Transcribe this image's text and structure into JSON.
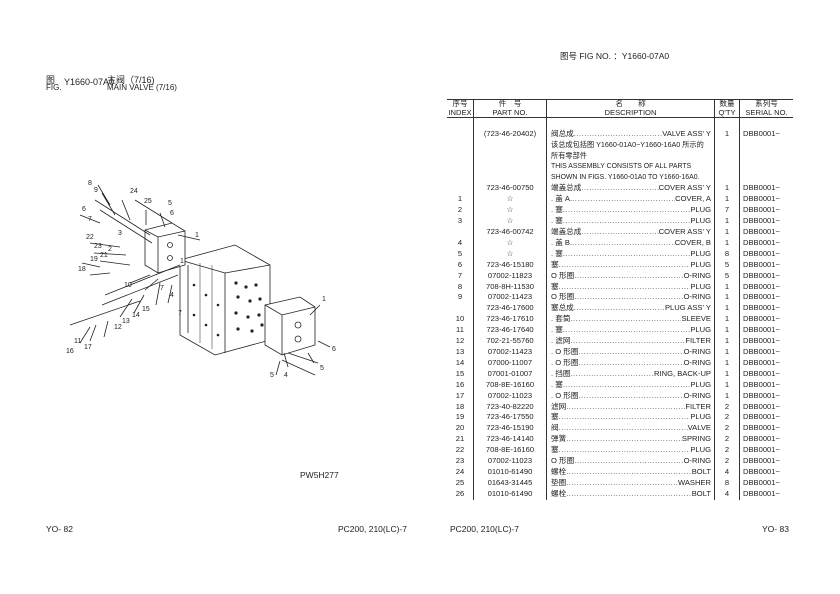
{
  "left_page": {
    "fig_label_cn": "图",
    "fig_label_en": "FIG.",
    "fig_number": "Y1660-07A0",
    "title_cn": "主阀（7/16)",
    "title_en": "MAIN VALVE (7/16)",
    "drawing_code": "PW5H277",
    "page_number": "YO- 82",
    "model": "PC200, 210(LC)-7",
    "callouts": [
      "8",
      "9",
      "6",
      "7",
      "24",
      "25",
      "5",
      "6",
      "1",
      "3",
      "22",
      "23",
      "21",
      "2",
      "1",
      "19",
      "18",
      "10",
      "7",
      "4",
      "15",
      "14",
      "13",
      "12",
      "17",
      "11",
      "16",
      "1",
      "5",
      "4",
      "5",
      "6",
      "7"
    ]
  },
  "right_page": {
    "title": "图号 FIG NO. ：Y1660-07A0",
    "headers": {
      "index_cn": "序号",
      "index_en": "INDEX",
      "pno_cn": "件　号",
      "pno_en": "PART NO.",
      "desc_cn": "名　　称",
      "desc_en": "DESCRIPTION",
      "qty_cn": "数量",
      "qty_en": "Q'TY",
      "ser_cn": "系列号",
      "ser_en": "SERIAL NO."
    },
    "assembly": {
      "part_no": "(723-46-20402)",
      "name_cn": "阀总成",
      "name_en": "VALVE ASS' Y",
      "qty": "1",
      "serial": "DBB0001~",
      "notes": [
        "该总成包括图 Y1660-01A0~Y1660-16A0 所示的",
        "所有零部件",
        "THIS ASSEMBLY CONSISTS OF ALL PARTS",
        "SHOWN IN FIGS. Y1660-01A0 TO Y1660-16A0."
      ]
    },
    "rows": [
      {
        "idx": "",
        "pno": "723-46-00750",
        "cn": "端盖总成",
        "en": "COVER ASS' Y",
        "qty": "1",
        "ser": "DBB0001~"
      },
      {
        "idx": "1",
        "pno": "☆",
        "cn": ". 盖 A.",
        "en": "COVER, A",
        "qty": "1",
        "ser": "DBB0001~"
      },
      {
        "idx": "2",
        "pno": "☆",
        "cn": ". 塞",
        "en": "PLUG",
        "qty": "7",
        "ser": "DBB0001~"
      },
      {
        "idx": "3",
        "pno": "☆",
        "cn": ". 塞",
        "en": "PLUG",
        "qty": "1",
        "ser": "DBB0001~"
      },
      {
        "idx": "",
        "pno": "723-46-00742",
        "cn": "端盖总成",
        "en": "COVER ASS' Y",
        "qty": "1",
        "ser": "DBB0001~"
      },
      {
        "idx": "4",
        "pno": "☆",
        "cn": ". 盖 B.",
        "en": "COVER, B",
        "qty": "1",
        "ser": "DBB0001~"
      },
      {
        "idx": "5",
        "pno": "☆",
        "cn": ". 塞",
        "en": "PLUG",
        "qty": "8",
        "ser": "DBB0001~"
      },
      {
        "idx": "6",
        "pno": "723-46-15180",
        "cn": "塞",
        "en": "PLUG",
        "qty": "5",
        "ser": "DBB0001~"
      },
      {
        "idx": "7",
        "pno": "07002-11823",
        "cn": "O 形圈",
        "en": "O-RING",
        "qty": "5",
        "ser": "DBB0001~"
      },
      {
        "idx": "8",
        "pno": "708-8H-11530",
        "cn": "塞",
        "en": "PLUG",
        "qty": "1",
        "ser": "DBB0001~"
      },
      {
        "idx": "9",
        "pno": "07002-11423",
        "cn": "O 形圈",
        "en": "O-RING",
        "qty": "1",
        "ser": "DBB0001~"
      },
      {
        "idx": "",
        "pno": "723-46-17600",
        "cn": "塞总成",
        "en": "PLUG ASS' Y",
        "qty": "1",
        "ser": "DBB0001~"
      },
      {
        "idx": "10",
        "pno": "723-46-17610",
        "cn": ". 套筒",
        "en": "SLEEVE",
        "qty": "1",
        "ser": "DBB0001~"
      },
      {
        "idx": "11",
        "pno": "723-46-17640",
        "cn": ". 塞",
        "en": "PLUG",
        "qty": "1",
        "ser": "DBB0001~"
      },
      {
        "idx": "12",
        "pno": "702-21-55760",
        "cn": ". 滤网",
        "en": "FILTER",
        "qty": "1",
        "ser": "DBB0001~"
      },
      {
        "idx": "13",
        "pno": "07002-11423",
        "cn": ". O 形圈",
        "en": "O-RING",
        "qty": "1",
        "ser": "DBB0001~"
      },
      {
        "idx": "14",
        "pno": "07000-11007",
        "cn": ". O 形圈",
        "en": "O-RING",
        "qty": "1",
        "ser": "DBB0001~"
      },
      {
        "idx": "15",
        "pno": "07001-01007",
        "cn": ". 挡圈",
        "en": "RING, BACK-UP",
        "qty": "1",
        "ser": "DBB0001~"
      },
      {
        "idx": "16",
        "pno": "708-8E-16160",
        "cn": ". 塞",
        "en": "PLUG",
        "qty": "1",
        "ser": "DBB0001~"
      },
      {
        "idx": "17",
        "pno": "07002-11023",
        "cn": ". O 形圈",
        "en": "O-RING",
        "qty": "1",
        "ser": "DBB0001~"
      },
      {
        "idx": "18",
        "pno": "723-40-82220",
        "cn": "滤网",
        "en": "FILTER",
        "qty": "2",
        "ser": "DBB0001~"
      },
      {
        "idx": "19",
        "pno": "723-46-17550",
        "cn": "塞",
        "en": "PLUG",
        "qty": "2",
        "ser": "DBB0001~"
      },
      {
        "idx": "20",
        "pno": "723-46-15190",
        "cn": "阀",
        "en": "VALVE",
        "qty": "2",
        "ser": "DBB0001~"
      },
      {
        "idx": "21",
        "pno": "723-46-14140",
        "cn": "弹簧",
        "en": "SPRING",
        "qty": "2",
        "ser": "DBB0001~"
      },
      {
        "idx": "22",
        "pno": "708-8E-16160",
        "cn": "塞",
        "en": "PLUG",
        "qty": "2",
        "ser": "DBB0001~"
      },
      {
        "idx": "23",
        "pno": "07002-11023",
        "cn": "O 形圈",
        "en": "O-RING",
        "qty": "2",
        "ser": "DBB0001~"
      },
      {
        "idx": "24",
        "pno": "01010-61490",
        "cn": "螺栓",
        "en": "BOLT",
        "qty": "4",
        "ser": "DBB0001~"
      },
      {
        "idx": "25",
        "pno": "01643-31445",
        "cn": "垫圈",
        "en": "WASHER",
        "qty": "8",
        "ser": "DBB0001~"
      },
      {
        "idx": "26",
        "pno": "01010-61490",
        "cn": "螺栓",
        "en": "BOLT",
        "qty": "4",
        "ser": "DBB0001~"
      }
    ],
    "model": "PC200, 210(LC)-7",
    "page_number": "YO- 83"
  }
}
